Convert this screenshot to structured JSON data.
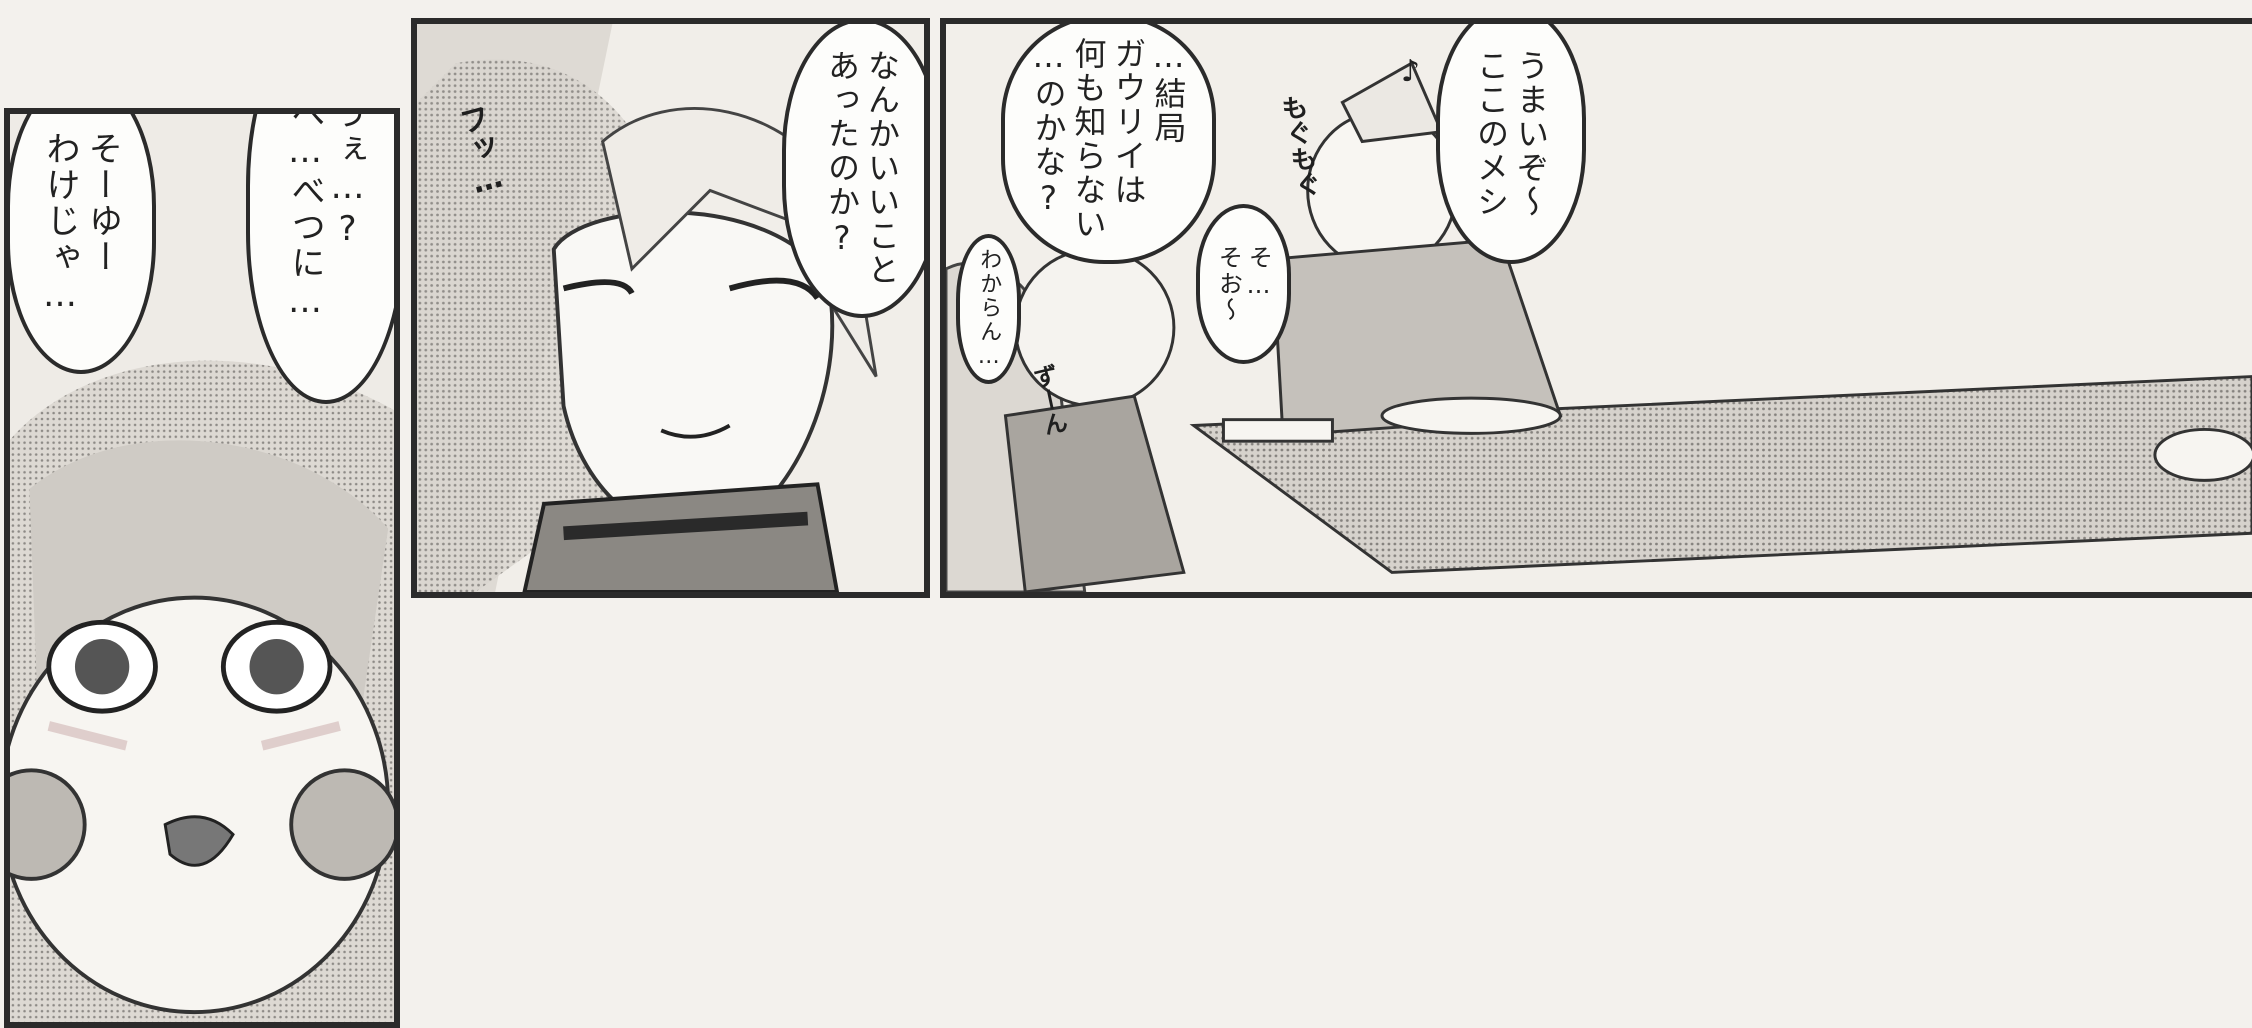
{
  "panels": {
    "left": {
      "bubble1": "うぇ…?\nべ…べつに…",
      "bubble2": "そーゆー\nわけじゃ…"
    },
    "middle": {
      "bubble": "なんかいいこと\nあったのか?",
      "sfx": "フッ…"
    },
    "right": {
      "bubble_speech": "うまいぞ〜\nここのメシ",
      "music_note": "♪",
      "bubble_thought": "…結局\nガウリイは\n何も知らない\n…のかな?",
      "bubble_small1": "そ…\nそお〜",
      "bubble_small2": "わからん…",
      "sfx_eat": "もぐもぐ",
      "sfx_slump": "ずーん"
    }
  }
}
